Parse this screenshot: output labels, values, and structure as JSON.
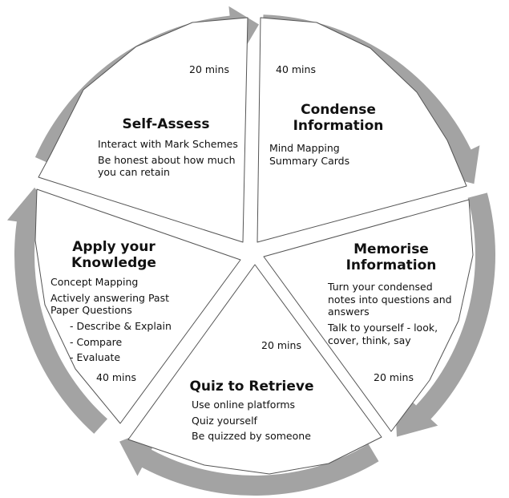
{
  "colors": {
    "ring": "#a3a3a3",
    "segment_border": "#555555",
    "background": "#ffffff",
    "text": "#111111"
  },
  "segments": [
    {
      "id": "self-assess",
      "title": [
        "Self-Assess"
      ],
      "lines": [
        "Interact with Mark Schemes",
        "Be honest about how much",
        "you can retain"
      ],
      "time": "20 mins"
    },
    {
      "id": "condense",
      "title": [
        "Condense",
        "Information"
      ],
      "lines": [
        "Mind Mapping",
        "Summary Cards"
      ],
      "time": "40 mins"
    },
    {
      "id": "memorise",
      "title": [
        "Memorise",
        "Information"
      ],
      "lines": [
        "Turn your condensed",
        "notes into questions and",
        "answers",
        "Talk to yourself - look,",
        "cover, think, say"
      ],
      "time": "20 mins"
    },
    {
      "id": "quiz",
      "title": [
        "Quiz to Retrieve"
      ],
      "lines": [
        "Use online platforms",
        "Quiz yourself",
        "Be quizzed by someone"
      ],
      "time": "20 mins"
    },
    {
      "id": "apply",
      "title": [
        "Apply your",
        "Knowledge"
      ],
      "lines": [
        "Concept Mapping",
        "Actively answering Past",
        "Paper Questions",
        "- Describe & Explain",
        "- Compare",
        "- Evaluate"
      ],
      "time": "40 mins"
    }
  ]
}
